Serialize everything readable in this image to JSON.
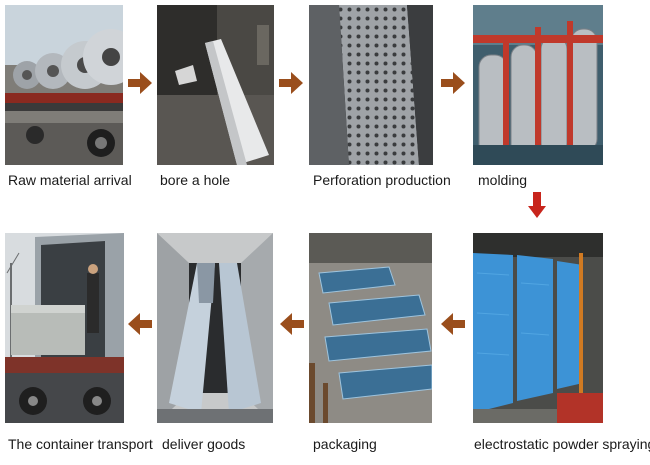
{
  "steps": [
    {
      "label": "Raw material arrival",
      "photo": "coil-trucks-photo"
    },
    {
      "label": "bore a hole",
      "photo": "steel-sheet-photo"
    },
    {
      "label": "Perforation production",
      "photo": "perforated-plate-photo"
    },
    {
      "label": "molding",
      "photo": "roll-forming-machine-photo"
    },
    {
      "label": "electrostatic powder spraying",
      "photo": "blue-panels-photo"
    },
    {
      "label": "packaging",
      "photo": "wrapped-bundles-photo"
    },
    {
      "label": "deliver goods",
      "photo": "container-loading-photo"
    },
    {
      "label": "The container transport",
      "photo": "container-truck-photo"
    }
  ],
  "colors": {
    "arrow_brown": "#9a4e1c",
    "arrow_red": "#c8251c",
    "panel_blue": "#3d93d6"
  },
  "icons": {
    "flow_right": "arrow-right-icon",
    "flow_down": "arrow-down-icon",
    "flow_left": "arrow-left-icon"
  }
}
